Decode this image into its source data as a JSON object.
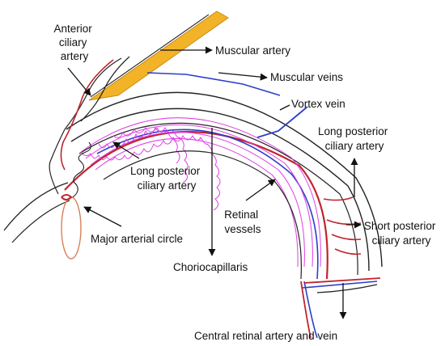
{
  "labels": {
    "anterior_ciliary_artery": [
      "Anterior",
      "ciliary",
      "artery"
    ],
    "muscular_artery": "Muscular artery",
    "muscular_veins": "Muscular veins",
    "vortex_vein": "Vortex vein",
    "long_posterior_ciliary_artery_right": [
      "Long posterior",
      "ciliary artery"
    ],
    "long_posterior_ciliary_artery_inner": [
      "Long posterior",
      "ciliary artery"
    ],
    "retinal_vessels": [
      "Retinal",
      "vessels"
    ],
    "short_posterior_ciliary_artery": [
      "Short posterior",
      "ciliary artery"
    ],
    "major_arterial_circle": "Major arterial circle",
    "choriocapillaris": "Choriocapillaris",
    "central_retinal_artery_and_vein": "Central retinal artery and vein"
  },
  "colors": {
    "muscle": "#f2b328",
    "artery": "#c0242c",
    "vein": "#2b3ec8",
    "choroid_plexus": "#e040e6",
    "outline": "#222222",
    "ciliary_body": "#d9805a"
  }
}
